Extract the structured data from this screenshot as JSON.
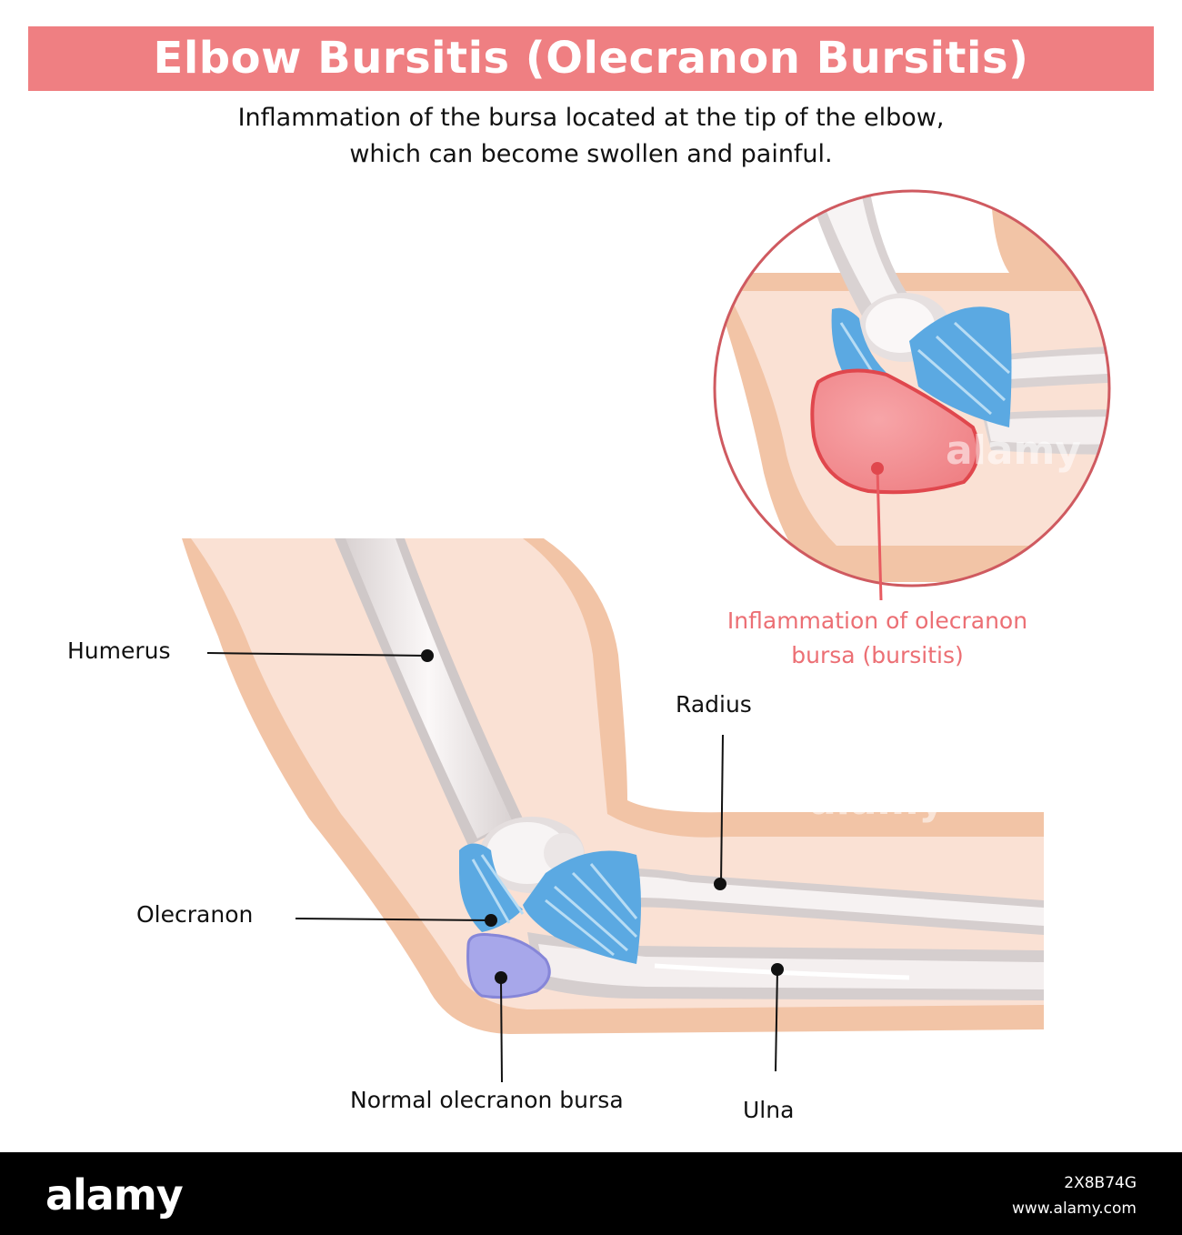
{
  "title": "Elbow Bursitis (Olecranon Bursitis)",
  "subtitle_lines": [
    "Inflammation of the bursa located at the tip of the elbow,",
    "which can become swollen and painful."
  ],
  "labels": {
    "humerus": "Humerus",
    "radius": "Radius",
    "olecranon": "Olecranon",
    "normal_bursa": "Normal olecranon bursa",
    "ulna": "Ulna",
    "inflammation_line1": "Inflammation of olecranon",
    "inflammation_line2": "bursa (bursitis)"
  },
  "watermark": "alamy",
  "footer": {
    "logo": "alamy",
    "image_id": "2X8B74G",
    "url": "www.alamy.com"
  },
  "colors": {
    "banner": "#ef7f82",
    "skin_outer": "#f2c4a6",
    "skin_inner": "#fae1d4",
    "bone": "#f1ecec",
    "ligament": "#5ba9e2",
    "normal_bursa": "#a7a7ea",
    "inflamed_bursa": "#f08e92",
    "accent_text": "#ec6f74"
  }
}
